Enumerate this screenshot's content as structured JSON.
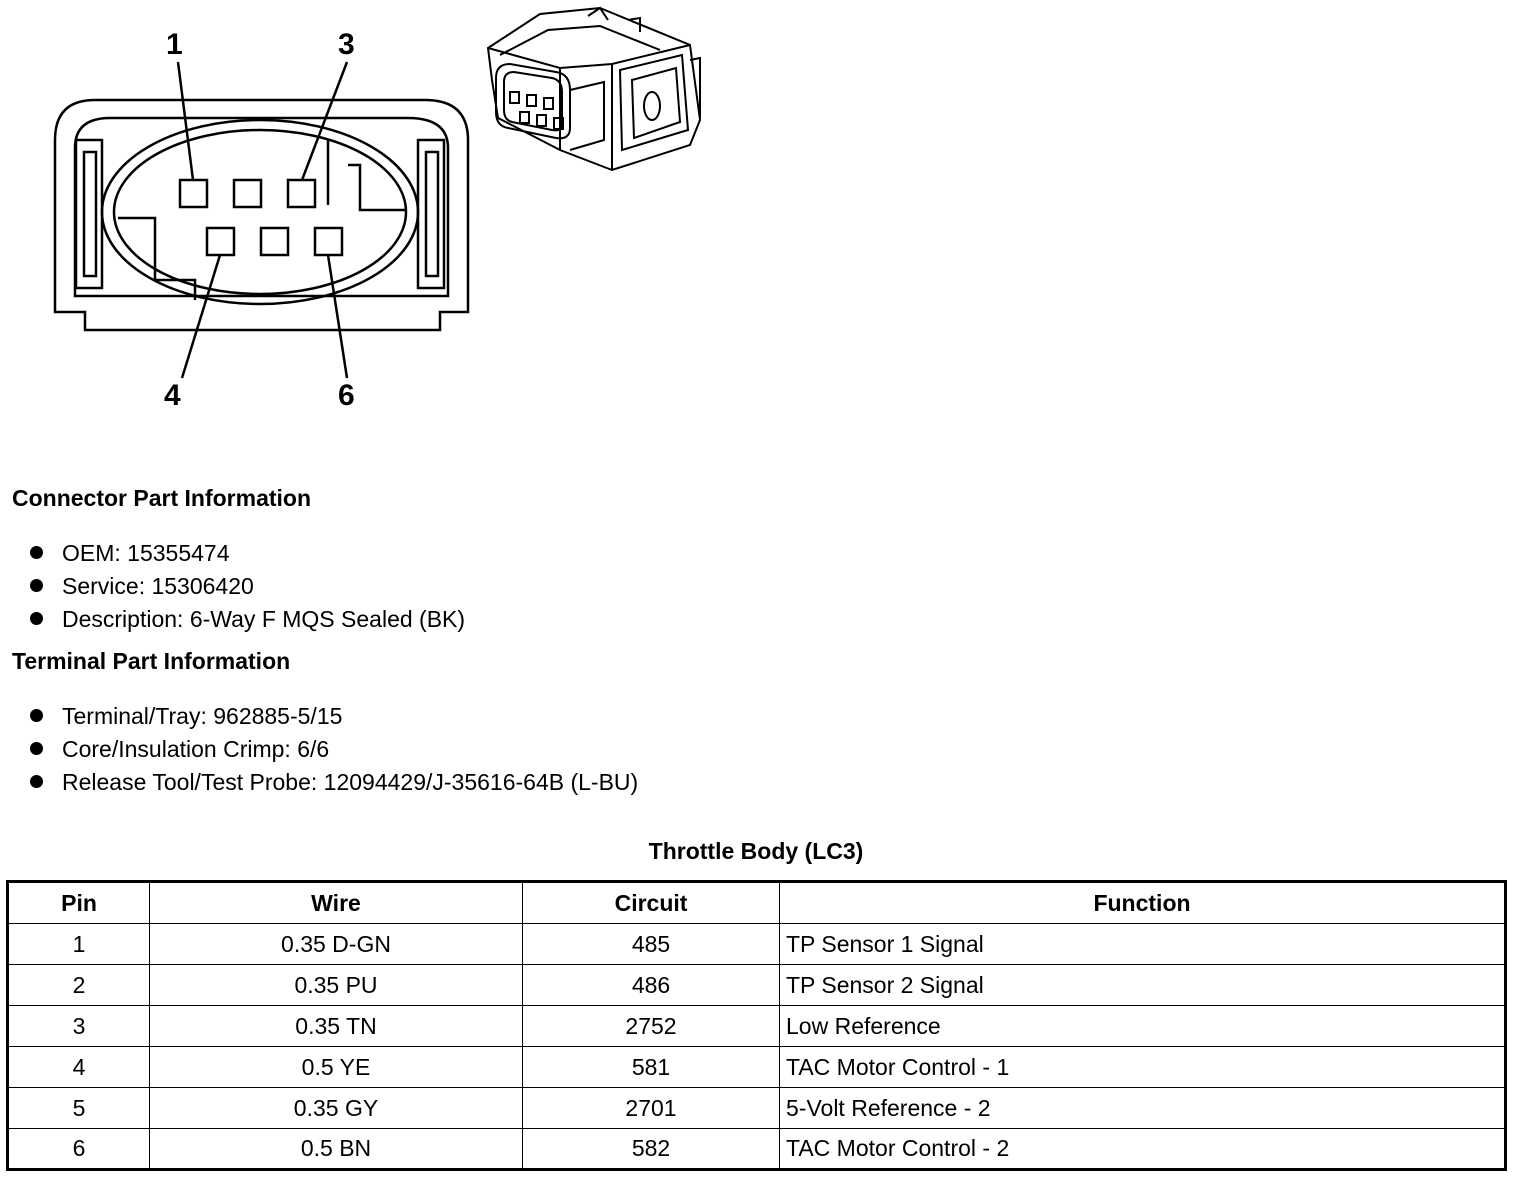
{
  "diagram": {
    "pin_callouts": [
      "1",
      "3",
      "4",
      "6"
    ]
  },
  "connector_info": {
    "heading": "Connector Part Information",
    "items": [
      "OEM: 15355474",
      "Service: 15306420",
      "Description: 6-Way F MQS Sealed (BK)"
    ]
  },
  "terminal_info": {
    "heading": "Terminal Part Information",
    "items": [
      "Terminal/Tray: 962885-5/15",
      "Core/Insulation Crimp: 6/6",
      "Release Tool/Test Probe: 12094429/J-35616-64B (L-BU)"
    ]
  },
  "table": {
    "title": "Throttle Body (LC3)",
    "headers": [
      "Pin",
      "Wire",
      "Circuit",
      "Function"
    ],
    "rows": [
      [
        "1",
        "0.35 D-GN",
        "485",
        "TP Sensor 1 Signal"
      ],
      [
        "2",
        "0.35 PU",
        "486",
        "TP Sensor 2 Signal"
      ],
      [
        "3",
        "0.35 TN",
        "2752",
        "Low Reference"
      ],
      [
        "4",
        "0.5 YE",
        "581",
        "TAC Motor Control - 1"
      ],
      [
        "5",
        "0.35 GY",
        "2701",
        "5-Volt Reference - 2"
      ],
      [
        "6",
        "0.5 BN",
        "582",
        "TAC Motor Control - 2"
      ]
    ]
  }
}
